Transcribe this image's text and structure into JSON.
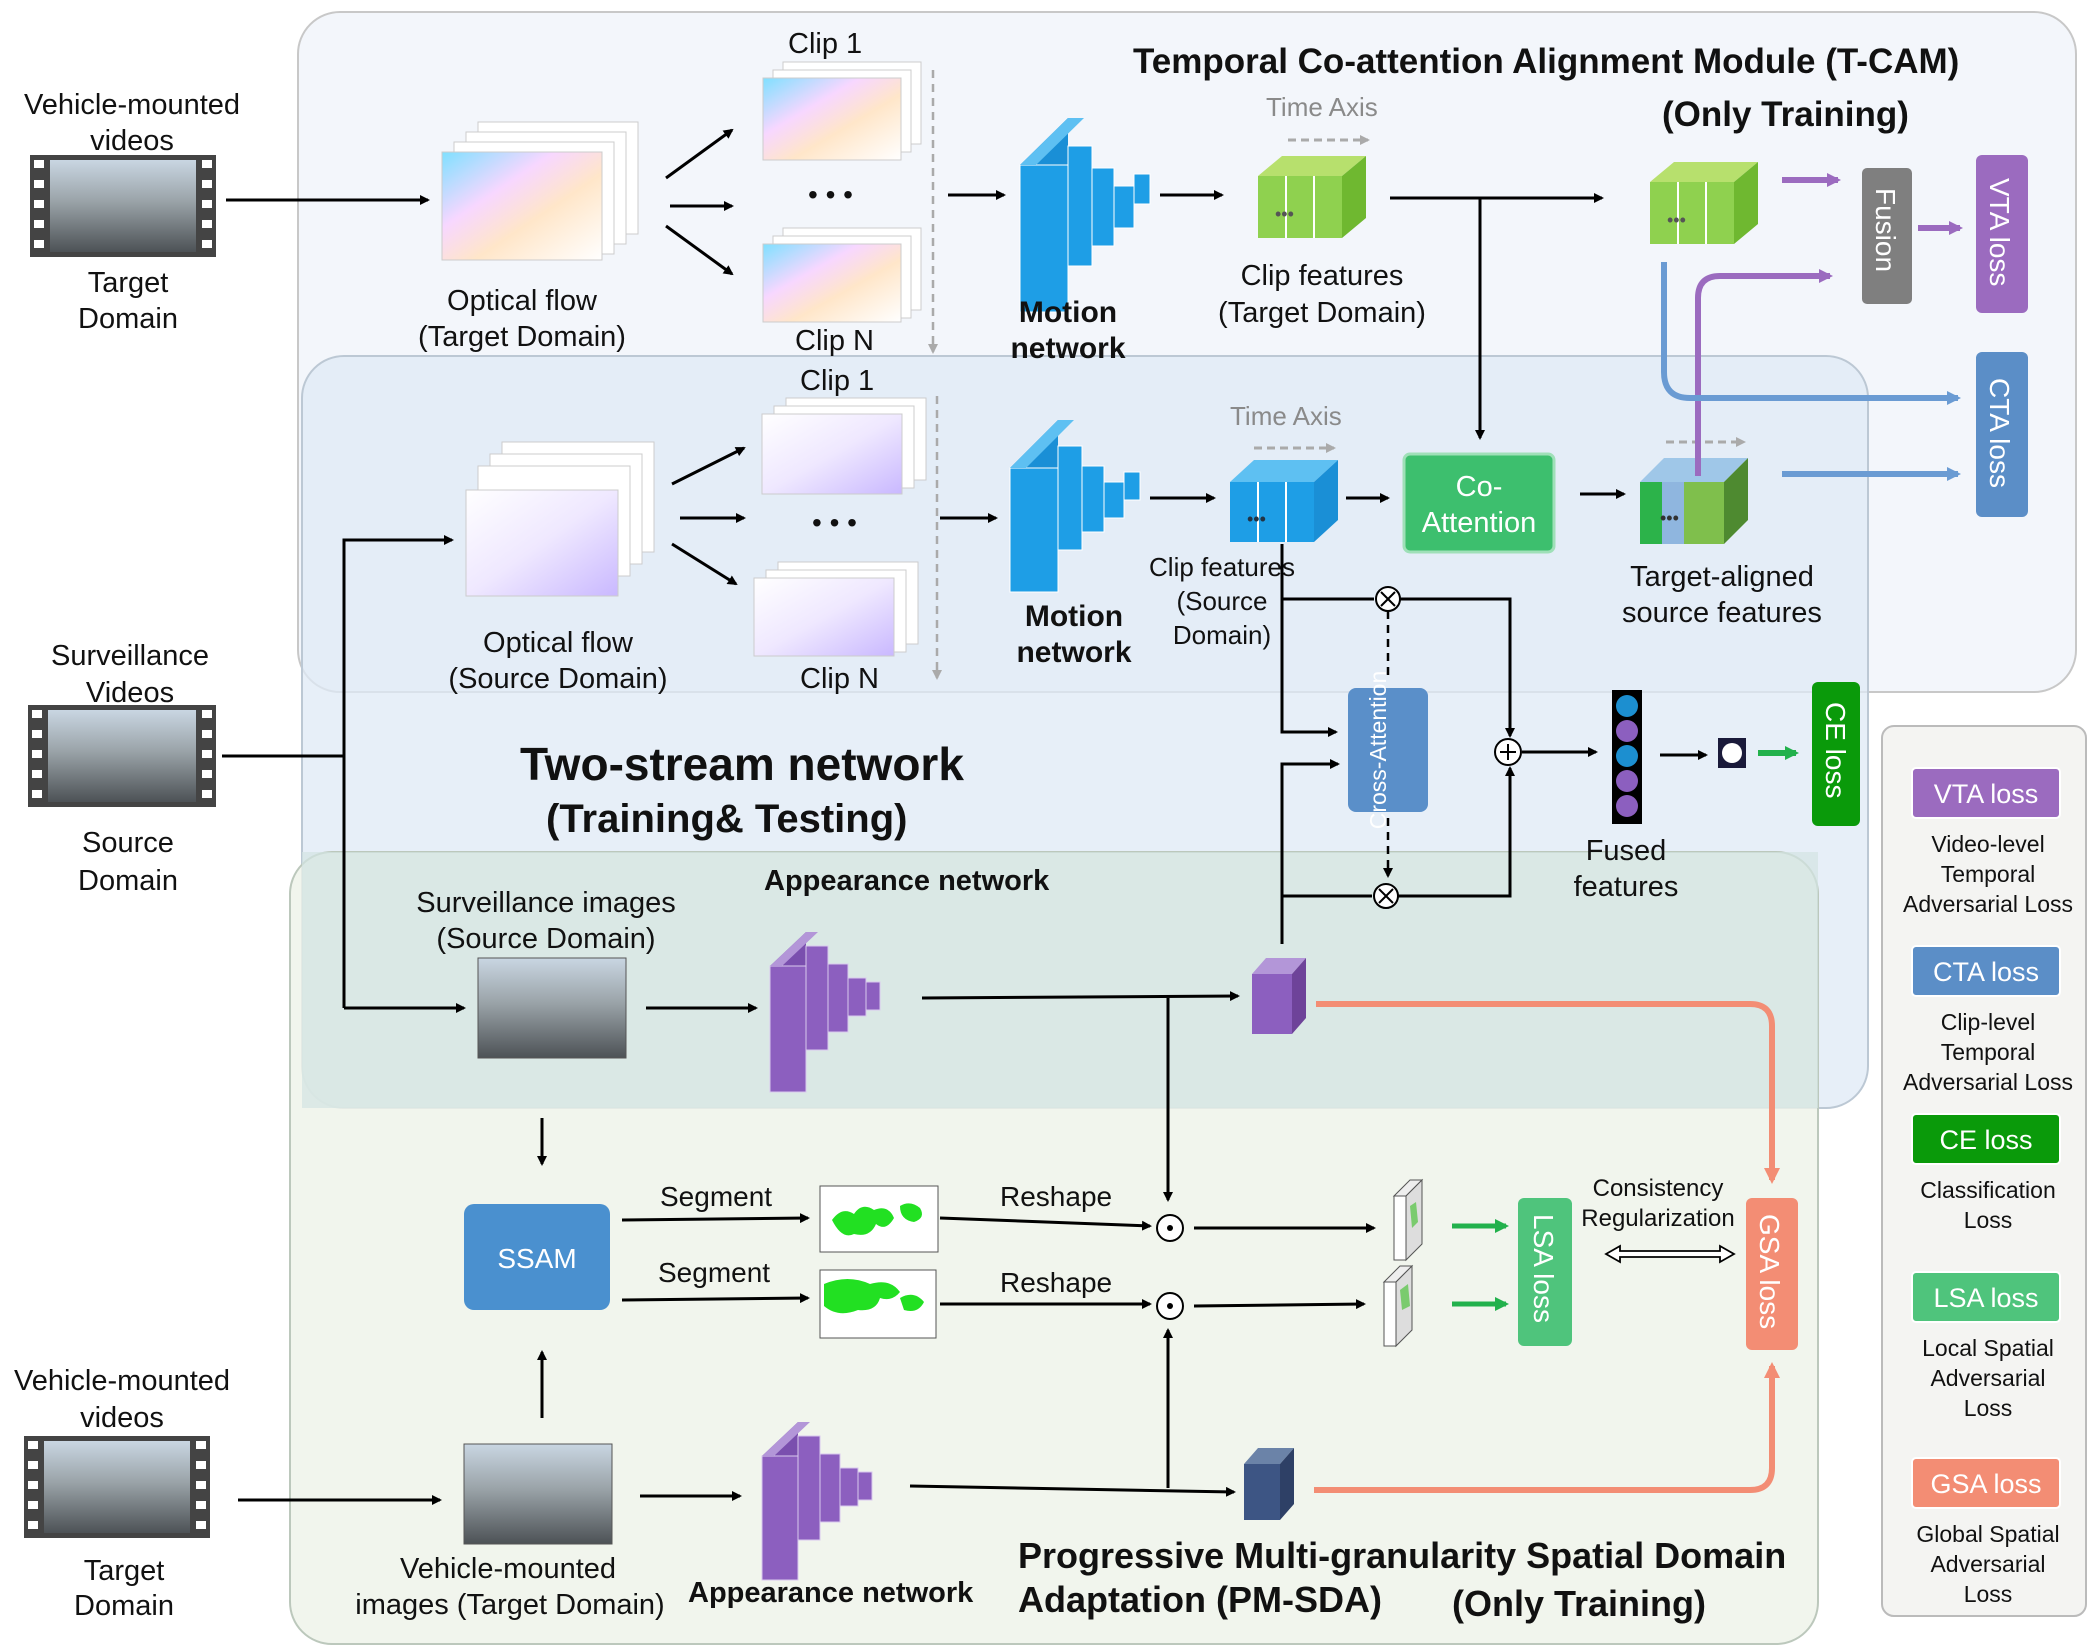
{
  "source": {
    "title_lines": [
      "Vehicle-mounted",
      "videos"
    ],
    "domain_lines": [
      "Target",
      "Domain"
    ],
    "surv_title_lines": [
      "Surveillance",
      "Videos"
    ],
    "surv_domain_lines": [
      "Source",
      "Domain"
    ],
    "bottom_title_lines": [
      "Vehicle-mounted",
      "videos"
    ],
    "bottom_domain_lines": [
      "Target",
      "Domain"
    ]
  },
  "tcam": {
    "title": "Temporal Co-attention Alignment Module  (T-CAM)",
    "subtitle": "(Only Training)",
    "optical_flow_target": [
      "Optical flow",
      "(Target Domain)"
    ],
    "optical_flow_source": [
      "Optical flow",
      "(Source Domain)"
    ],
    "clip1": "Clip 1",
    "clipN": "Clip N",
    "dots": "• • •",
    "motion_network": [
      "Motion",
      "network"
    ],
    "time_axis": "Time Axis",
    "clip_features_target": [
      "Clip features",
      "(Target Domain)"
    ],
    "clip_features_source": [
      "Clip features",
      "(Source",
      "Domain)"
    ],
    "co_attention": [
      "Co-",
      "Attention"
    ],
    "target_aligned": [
      "Target-aligned",
      "source features"
    ],
    "fusion": "Fusion",
    "vta_loss": "VTA loss",
    "cta_loss": "CTA loss"
  },
  "two_stream": {
    "title": "Two-stream network",
    "subtitle": "(Training& Testing)",
    "cross_attention": "Cross-Attention",
    "fused_features": [
      "Fused",
      "features"
    ],
    "ce_loss": "CE loss"
  },
  "pmsda": {
    "surv_images": [
      "Surveillance images",
      "(Source Domain)"
    ],
    "appearance_network": "Appearance network",
    "ssam": "SSAM",
    "segment": "Segment",
    "reshape": "Reshape",
    "consistency": [
      "Consistency",
      "Regularization"
    ],
    "lsa_loss": "LSA loss",
    "gsa_loss": "GSA loss",
    "vehicle_images": [
      "Vehicle-mounted",
      "images (Target Domain)"
    ],
    "title_lines": [
      "Progressive Multi-granularity Spatial Domain",
      "Adaptation (PM-SDA)"
    ],
    "only_training": "(Only Training)"
  },
  "legend": [
    {
      "badge": "VTA loss",
      "color": "#9b6bbf",
      "desc": [
        "Video-level",
        "Temporal",
        "Adversarial Loss"
      ]
    },
    {
      "badge": "CTA loss",
      "color": "#5b8ec7",
      "desc": [
        "Clip-level",
        "Temporal",
        "Adversarial Loss"
      ]
    },
    {
      "badge": "CE loss",
      "color": "#0a9a0a",
      "desc": [
        "Classification",
        "Loss"
      ]
    },
    {
      "badge": "LSA loss",
      "color": "#4fc47c",
      "desc": [
        "Local Spatial",
        "Adversarial",
        "Loss"
      ]
    },
    {
      "badge": "GSA loss",
      "color": "#f38d74",
      "desc": [
        "Global Spatial",
        "Adversarial",
        "Loss"
      ]
    }
  ],
  "colors": {
    "motion_blue": "#1e9ee6",
    "appearance_purple": "#8c5fbf",
    "green_cube": "#8fd14f",
    "co_attention_green": "#3dbf6e",
    "cross_attention_blue": "#5a8fc9",
    "ssam_blue": "#4a90cf",
    "fusion_gray": "#7f7f7f",
    "gsa_orange": "#f38d74"
  }
}
